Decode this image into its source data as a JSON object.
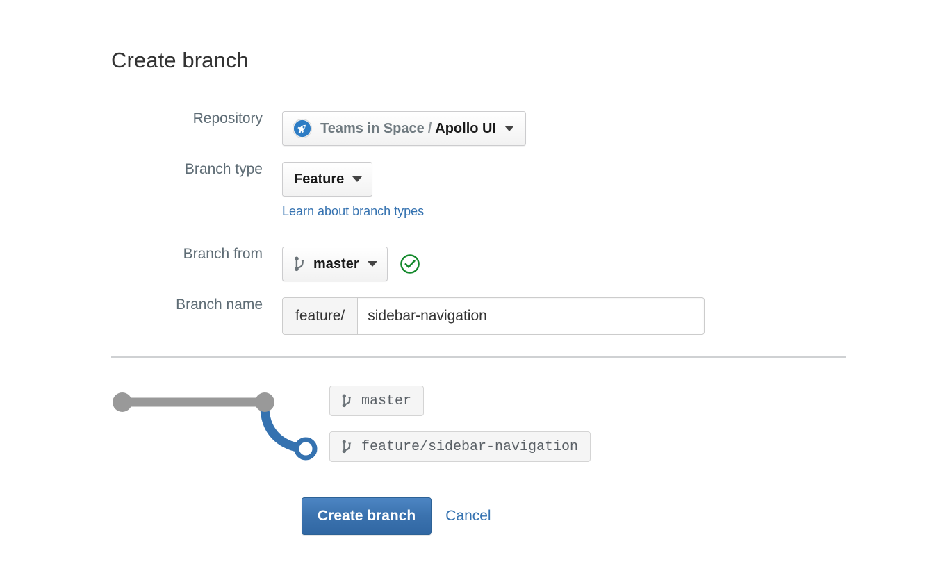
{
  "page": {
    "title": "Create branch"
  },
  "form": {
    "repository": {
      "label": "Repository",
      "owner": "Teams in Space",
      "separator": "/",
      "name": "Apollo UI",
      "avatar_icon": "rocket-avatar-icon",
      "caret_icon": "chevron-down-icon"
    },
    "branch_type": {
      "label": "Branch type",
      "value": "Feature",
      "caret_icon": "chevron-down-icon",
      "help_link": "Learn about branch types"
    },
    "branch_from": {
      "label": "Branch from",
      "value": "master",
      "branch_icon": "branch-icon",
      "caret_icon": "chevron-down-icon",
      "status_icon": "check-circle-icon",
      "status_color": "#14892c"
    },
    "branch_name": {
      "label": "Branch name",
      "prefix": "feature/",
      "value": "sidebar-navigation",
      "placeholder": ""
    }
  },
  "graph": {
    "base_color": "#999999",
    "branch_color": "#3572b0",
    "chips": [
      {
        "icon": "branch-icon",
        "label": "master"
      },
      {
        "icon": "branch-icon",
        "label": "feature/sidebar-navigation"
      }
    ]
  },
  "actions": {
    "submit_label": "Create branch",
    "cancel_label": "Cancel",
    "primary_color": "#3b72ae",
    "link_color": "#3572b0"
  }
}
